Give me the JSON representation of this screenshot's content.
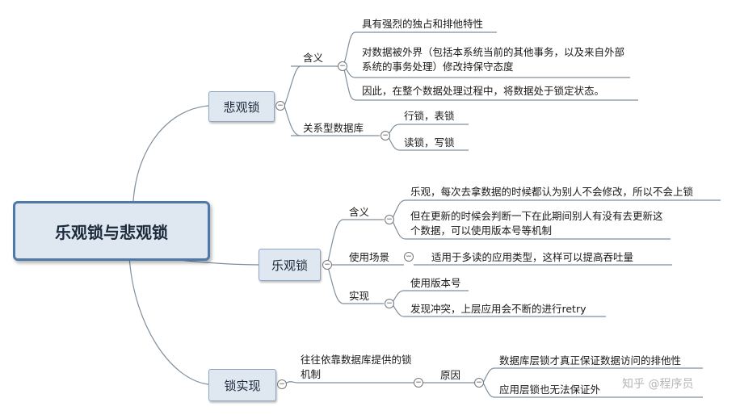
{
  "root": {
    "label": "乐观锁与悲观锁"
  },
  "pessimistic": {
    "label": "悲观锁",
    "meaning": {
      "label": "含义",
      "items": [
        "具有强烈的独占和排他特性",
        "对数据被外界（包括本系统当前的其他事务，以及来自外部系统的事务处理）修改持保守态度",
        "因此，在整个数据处理过程中，将数据处于锁定状态。"
      ]
    },
    "rdb": {
      "label": "关系型数据库",
      "items": [
        "行锁，表锁",
        "读锁，写锁"
      ]
    }
  },
  "optimistic": {
    "label": "乐观锁",
    "meaning": {
      "label": "含义",
      "items": [
        "乐观，每次去拿数据的时候都认为别人不会修改，所以不会上锁",
        "但在更新的时候会判断一下在此期间别人有没有去更新这个数据，可以使用版本号等机制"
      ]
    },
    "scenario": {
      "label": "使用场景",
      "value": "适用于多读的应用类型，这样可以提高吞吐量"
    },
    "impl": {
      "label": "实现",
      "items": [
        "使用版本号",
        "发现冲突，上层应用会不断的进行retry"
      ]
    }
  },
  "lockimpl": {
    "label": "锁实现",
    "desc": "往往依靠数据库提供的锁机制",
    "reason": {
      "label": "原因",
      "items": [
        "数据库层锁才真正保证数据访问的排他性",
        "应用层锁也无法保证外"
      ]
    }
  },
  "watermark": "知乎 @程序员",
  "collapse_symbol": "−"
}
